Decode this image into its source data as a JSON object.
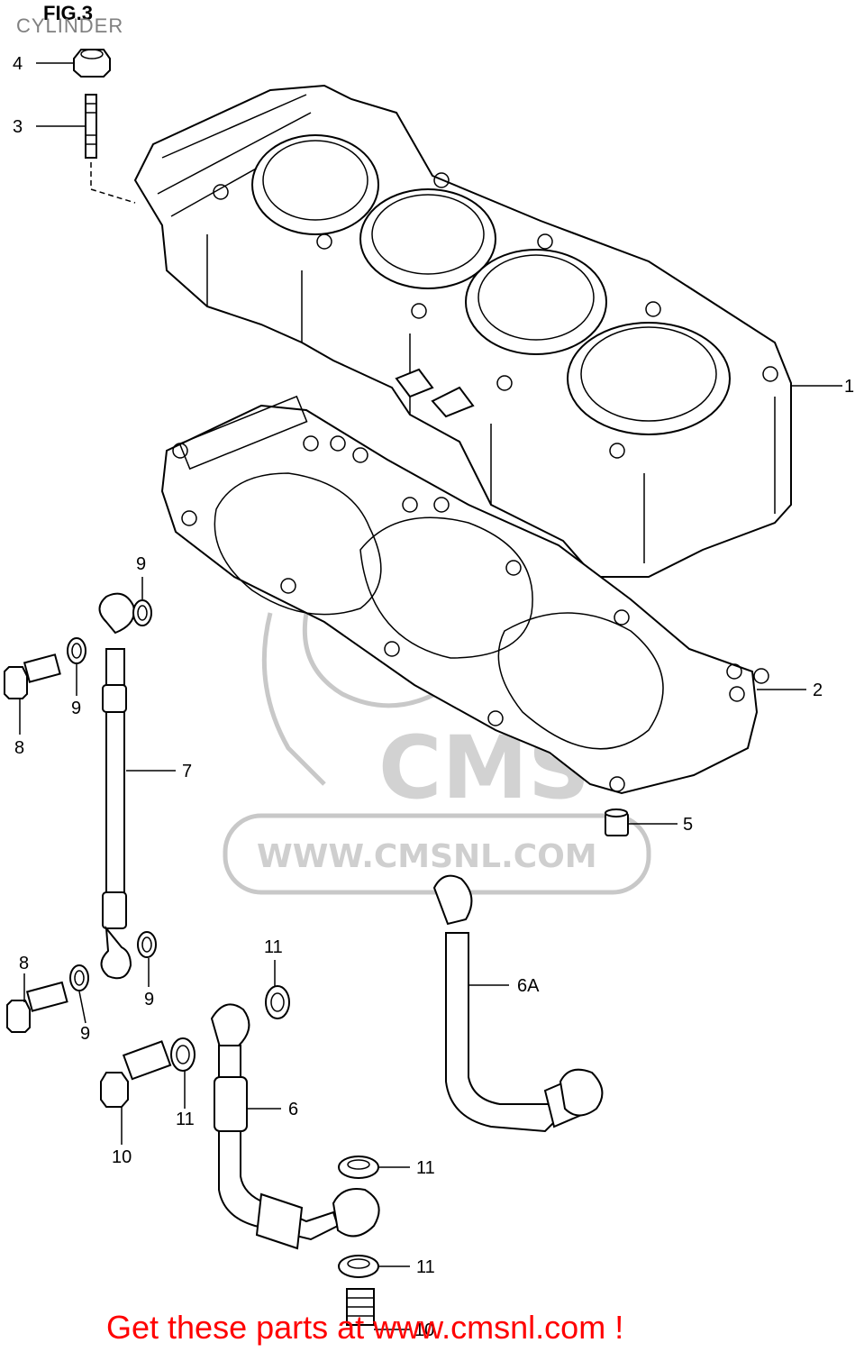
{
  "header": {
    "fig_label": "FIG.3",
    "section_title": "CYLINDER"
  },
  "watermark": {
    "logo_text": "CMS",
    "url_text": "WWW.CMSNL.COM"
  },
  "callouts": {
    "cylinder": "1",
    "gasket": "2",
    "stud": "3",
    "nut": "4",
    "dowel": "5",
    "pipe_6": "6",
    "pipe_6a": "6A",
    "hose_7": "7",
    "bolt_8_upper": "8",
    "bolt_8_lower": "8",
    "washer_9_a": "9",
    "washer_9_b": "9",
    "washer_9_c": "9",
    "washer_9_d": "9",
    "bolt_10_left": "10",
    "bolt_10_bottom": "10",
    "washer_11_a": "11",
    "washer_11_b": "11",
    "washer_11_c": "11",
    "washer_11_d": "11"
  },
  "footer": {
    "banner": "Get these parts at www.cmsnl.com !"
  },
  "colors": {
    "banner": "#ff0000",
    "line_art": "#000000",
    "watermark": "#c8c8c8"
  }
}
